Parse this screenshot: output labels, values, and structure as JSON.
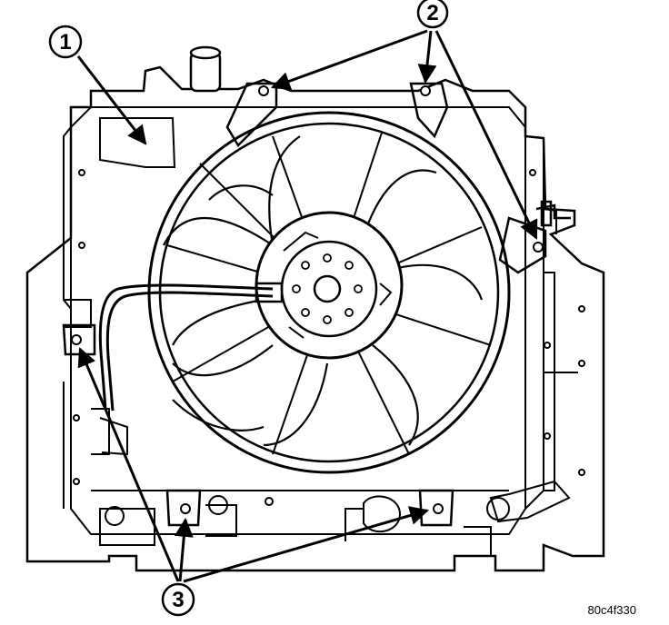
{
  "callouts": [
    {
      "number": "1"
    },
    {
      "number": "2"
    },
    {
      "number": "3"
    }
  ],
  "figure_ref": "80c4f330",
  "colors": {
    "ink": "#000000",
    "paper": "#ffffff"
  }
}
